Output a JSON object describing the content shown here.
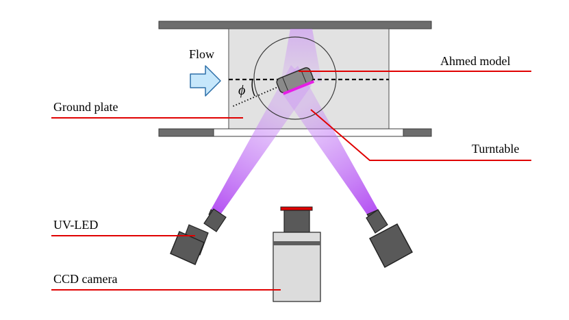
{
  "labels": {
    "flow": "Flow",
    "ahmed_model": "Ahmed model",
    "ground_plate": "Ground plate",
    "turntable": "Turntable",
    "uv_led": "UV-LED",
    "ccd_camera": "CCD camera",
    "angle_symbol": "ϕ"
  },
  "colors": {
    "wall": "#6d6d6d",
    "test_section": "#e2e2e2",
    "uv_light": "#b566f2",
    "leader_line": "#e00000",
    "flow_arrow": "#c6e7fb",
    "flow_arrow_stroke": "#2c6fa8",
    "model_body": "#8a8a8a",
    "model_base": "#e61ee6",
    "device_dark": "#595959",
    "camera_body": "#dcdcdc",
    "camera_band": "#5e5e5e",
    "camera_cap": "#e00000"
  },
  "icons": {
    "flow_arrow": "right-arrow-icon",
    "uv_led_left": "uv-led-icon",
    "uv_led_right": "uv-led-icon",
    "camera": "ccd-camera-icon"
  }
}
